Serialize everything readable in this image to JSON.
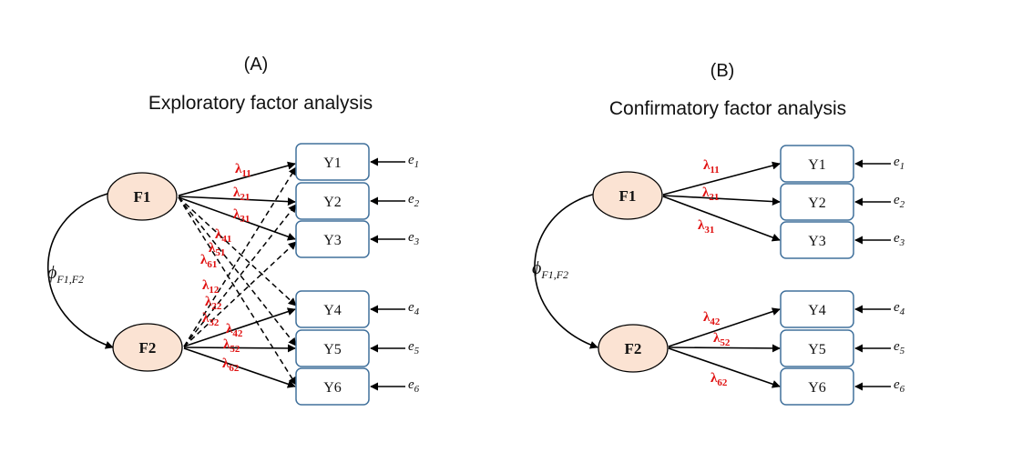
{
  "panels": {
    "a": {
      "letter": "(A)",
      "title": "Exploratory factor analysis",
      "factors": [
        "F1",
        "F2"
      ],
      "indicators": [
        "Y1",
        "Y2",
        "Y3",
        "Y4",
        "Y5",
        "Y6"
      ],
      "errors": [
        "e1",
        "e2",
        "e3",
        "e4",
        "e5",
        "e6"
      ],
      "covariance": {
        "symbol": "ϕ",
        "subscript": "F1,F2"
      },
      "loadings": [
        "11",
        "21",
        "31",
        "41",
        "51",
        "61",
        "12",
        "22",
        "32",
        "42",
        "52",
        "62"
      ]
    },
    "b": {
      "letter": "(B)",
      "title": "Confirmatory factor analysis",
      "factors": [
        "F1",
        "F2"
      ],
      "indicators": [
        "Y1",
        "Y2",
        "Y3",
        "Y4",
        "Y5",
        "Y6"
      ],
      "errors": [
        "e1",
        "e2",
        "e3",
        "e4",
        "e5",
        "e6"
      ],
      "covariance": {
        "symbol": "ϕ",
        "subscript": "F1,F2"
      },
      "loadings": [
        "11",
        "21",
        "31",
        "42",
        "52",
        "62"
      ]
    }
  },
  "lambda_symbol": "λ",
  "colors": {
    "factor_fill": "#fbe3d3",
    "box_stroke": "#41719c",
    "loading_label": "#e01010",
    "arrow": "#000000"
  }
}
